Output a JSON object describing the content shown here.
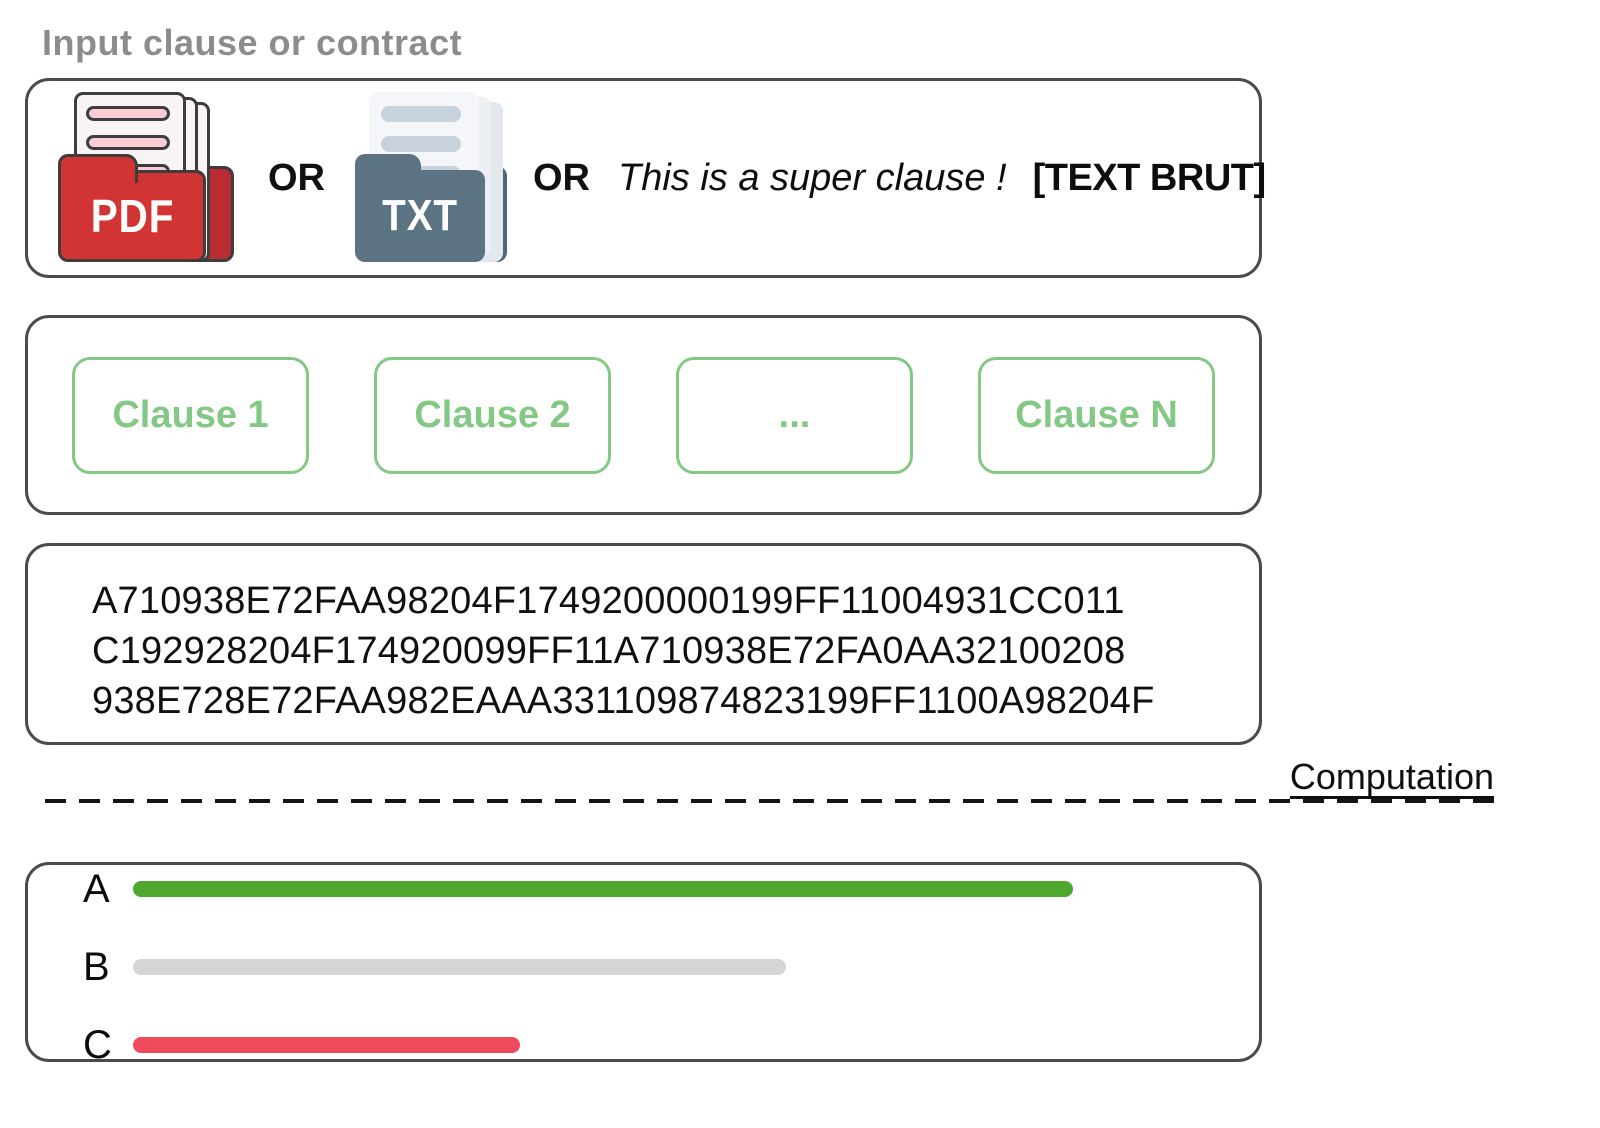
{
  "page": {
    "title": "Input clause or contract",
    "box_border_color": "#4b4b4b"
  },
  "input_box": {
    "pdf_icon": {
      "icon": "pdf-file-stack-icon",
      "label": "PDF",
      "folder_color": "#d23434",
      "line_color": "#f9cdd3"
    },
    "txt_icon": {
      "icon": "txt-file-stack-icon",
      "label": "TXT",
      "folder_color": "#5b7383",
      "line_color": "#c8d2dc"
    },
    "or_left": "OR",
    "or_right": "OR",
    "free_text": "This is a super clause !",
    "raw_tag": "[TEXT BRUT]"
  },
  "clauses_box": {
    "accent_color": "#83c985",
    "items": [
      {
        "label": "Clause 1"
      },
      {
        "label": "Clause 2"
      },
      {
        "label": "..."
      },
      {
        "label": "Clause N"
      }
    ]
  },
  "hash_box": {
    "lines": [
      "A710938E72FAA98204F1749200000199FF11004931CC011",
      "C192928204F174920099FF11A710938E72FA0AA32100208",
      "938E728E72FAA982EAAA331109874823199FF1100A98204F"
    ]
  },
  "separator": {
    "label": "Computation"
  },
  "chart_data": {
    "type": "bar",
    "orientation": "horizontal",
    "categories": [
      "A",
      "B",
      "C"
    ],
    "series": [
      {
        "name": "score",
        "values": [
          85,
          59,
          35
        ]
      }
    ],
    "value_unit": "relative bar length, % of track",
    "legend": "none",
    "bars": [
      {
        "label": "A",
        "value_pct": 85,
        "color": "#4ea72e"
      },
      {
        "label": "B",
        "value_pct": 59,
        "color": "#d5d5d5"
      },
      {
        "label": "C",
        "value_pct": 35,
        "color": "#ef4a5b"
      }
    ]
  }
}
